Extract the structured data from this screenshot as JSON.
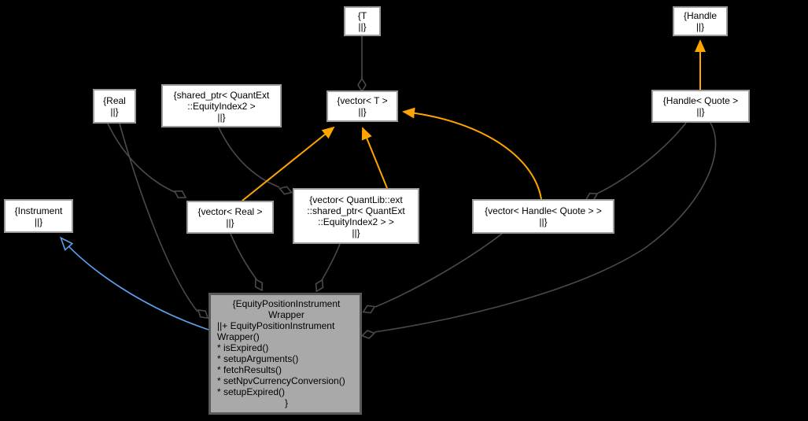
{
  "diagram": {
    "kind": "class-collaboration-graph",
    "colors": {
      "background": "#000000",
      "node-fill": "#FFFFFF",
      "node-border": "#9C9C9C",
      "node-text": "#000000",
      "main-fill": "#A9A9A9",
      "main-border": "#5A5A5A",
      "edge-gray": "#4A4A4A",
      "edge-orange": "#FFA500",
      "edge-blue": "#5AA0EB"
    },
    "nodes": {
      "t": {
        "lines": [
          "{T",
          "||}"
        ]
      },
      "handle": {
        "lines": [
          "{Handle",
          "||}"
        ]
      },
      "real": {
        "lines": [
          "{Real",
          "||}"
        ]
      },
      "shared_ptr": {
        "lines": [
          "{shared_ptr< QuantExt",
          "::EquityIndex2 >",
          "||}"
        ]
      },
      "vector_t": {
        "lines": [
          "{vector< T >",
          "||}"
        ]
      },
      "handle_quote": {
        "lines": [
          "{Handle< Quote >",
          "||}"
        ]
      },
      "instrument": {
        "lines": [
          "{Instrument",
          "||}"
        ]
      },
      "vector_real": {
        "lines": [
          "{vector< Real >",
          "||}"
        ]
      },
      "vector_shared_ptr": {
        "lines": [
          "{vector< QuantLib::ext",
          "::shared_ptr< QuantExt",
          "::EquityIndex2 > >",
          "||}"
        ]
      },
      "vector_handle_quote": {
        "lines": [
          "{vector< Handle< Quote > >",
          "||}"
        ]
      },
      "main_class": {
        "lines": [
          "{EquityPositionInstrument",
          "Wrapper",
          "||+ EquityPositionInstrument",
          "Wrapper()",
          "* isExpired()",
          "* setupArguments()",
          "* fetchResults()",
          "* setNpvCurrencyConversion()",
          "* setupExpired()",
          "}"
        ]
      }
    },
    "edges": [
      {
        "from": "T",
        "to": "vector< T >",
        "type": "aggregation"
      },
      {
        "from": "Real",
        "to": "vector< Real >",
        "type": "aggregation"
      },
      {
        "from": "Real",
        "to": "EquityPositionInstrumentWrapper",
        "type": "aggregation"
      },
      {
        "from": "shared_ptr< QuantExt::EquityIndex2 >",
        "to": "vector< QuantLib::ext::shared_ptr< QuantExt::EquityIndex2 > >",
        "type": "aggregation"
      },
      {
        "from": "Handle< Quote >",
        "to": "vector< Handle< Quote > >",
        "type": "aggregation"
      },
      {
        "from": "Handle< Quote >",
        "to": "EquityPositionInstrumentWrapper",
        "type": "aggregation"
      },
      {
        "from": "vector< Real >",
        "to": "EquityPositionInstrumentWrapper",
        "type": "aggregation"
      },
      {
        "from": "vector< QuantLib::ext::shared_ptr< QuantExt::EquityIndex2 > >",
        "to": "EquityPositionInstrumentWrapper",
        "type": "aggregation"
      },
      {
        "from": "vector< Handle< Quote > >",
        "to": "EquityPositionInstrumentWrapper",
        "type": "aggregation"
      },
      {
        "from": "Handle< Quote >",
        "to": "Handle",
        "type": "template-instantiation"
      },
      {
        "from": "vector< Real >",
        "to": "vector< T >",
        "type": "template-instantiation"
      },
      {
        "from": "vector< QuantLib::ext::shared_ptr< QuantExt::EquityIndex2 > >",
        "to": "vector< T >",
        "type": "template-instantiation"
      },
      {
        "from": "vector< Handle< Quote > >",
        "to": "vector< T >",
        "type": "template-instantiation"
      },
      {
        "from": "EquityPositionInstrumentWrapper",
        "to": "Instrument",
        "type": "public-inheritance"
      }
    ]
  }
}
